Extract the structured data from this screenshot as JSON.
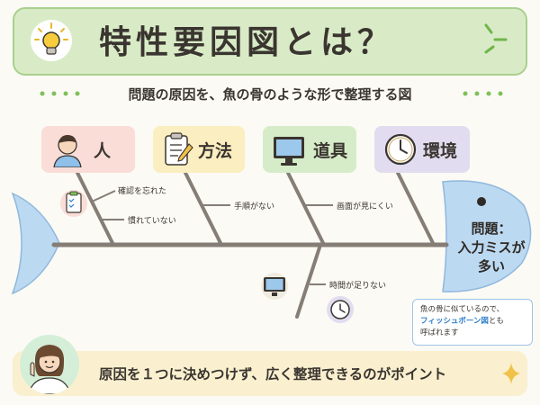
{
  "title": "特性要因図とは？",
  "subtitle": "問題の原因を、魚の骨のような形で整理する図",
  "categories": [
    {
      "label": "人",
      "icon": "person-icon",
      "color": "#f9ddd6"
    },
    {
      "label": "方法",
      "icon": "clipboard-icon",
      "color": "#fbeec0"
    },
    {
      "label": "道具",
      "icon": "monitor-icon",
      "color": "#d6ecc9"
    },
    {
      "label": "環境",
      "icon": "clock-icon",
      "color": "#e2dcf0"
    }
  ],
  "causes": {
    "kakunin": "確認を忘れた",
    "nare": "慣れていない",
    "tejun": "手順がない",
    "gamen": "画面が見にくい",
    "jikan": "時間が足りない"
  },
  "head": {
    "line1": "問題：",
    "line2": "入力ミスが",
    "line3": "多い"
  },
  "note": {
    "line1": "魚の骨に似ているので、",
    "highlight": "フィッシュボーン図",
    "line2_suffix": "とも",
    "line3": "呼ばれます"
  },
  "bottom_message": "原因を１つに決めつけず、広く整理できるのがポイント",
  "colors": {
    "spine": "#857d76",
    "fish_blue": "#bcd9f2",
    "title_green": "#d9ebc6",
    "bottom_yellow": "#faf0cf",
    "dot_green": "#7fbf5a"
  }
}
